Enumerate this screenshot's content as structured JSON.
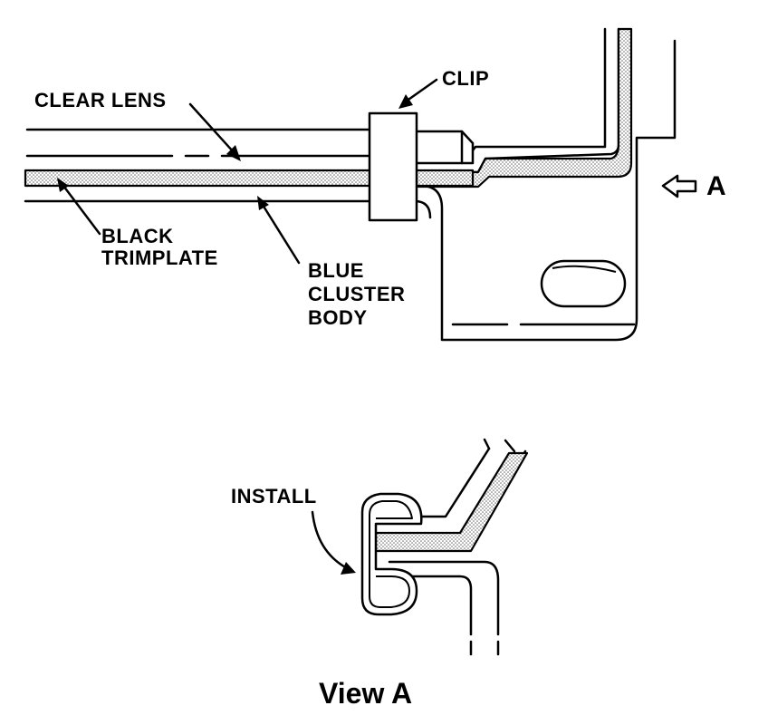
{
  "labels": {
    "clear_lens": "CLEAR LENS",
    "clip": "CLIP",
    "black_trimplate_line1": "BLACK",
    "black_trimplate_line2": "TRIMPLATE",
    "blue_cluster_line1": "BLUE",
    "blue_cluster_line2": "CLUSTER",
    "blue_cluster_line3": "BODY",
    "view_arrow": "A",
    "install": "INSTALL",
    "view_title": "View A"
  },
  "colors": {
    "ink": "#000000",
    "paper": "#ffffff",
    "stipple": "#9a9a9a"
  }
}
